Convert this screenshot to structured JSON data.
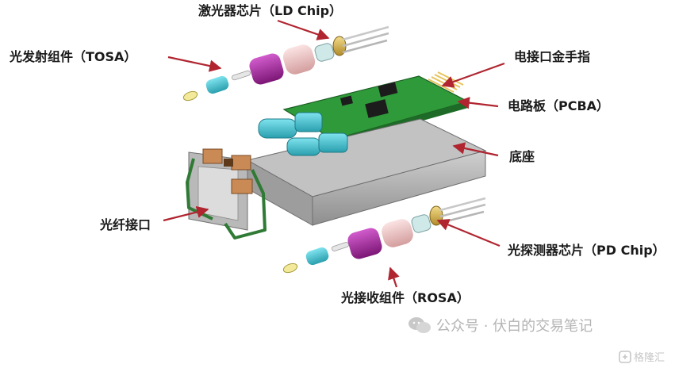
{
  "labels": {
    "ld_chip": "激光器芯片（LD Chip）",
    "tosa": "光发射组件（TOSA）",
    "gold_finger": "电接口金手指",
    "pcba": "电路板（PCBA）",
    "base": "底座",
    "fiber_port": "光纤接口",
    "pd_chip": "光探测器芯片（PD Chip）",
    "rosa": "光接收组件（ROSA）"
  },
  "watermark": {
    "text": "公众号 · 伏白的交易笔记",
    "icon": "wechat-icon"
  },
  "corner_logo": {
    "text": "格隆汇",
    "icon": "gelonghui-logo-icon"
  },
  "colors": {
    "arrow": "#b02530",
    "pcb": "#2f9a3a",
    "lens_cyan": "#3dbfcf",
    "housing_purple": "#a02a9a",
    "ring_pink": "#f0c4c4",
    "base_gray": "#a9a9a9",
    "bail_green": "#2f7a35",
    "bracket_orange": "#c98a55",
    "gold": "#d6b24a"
  }
}
